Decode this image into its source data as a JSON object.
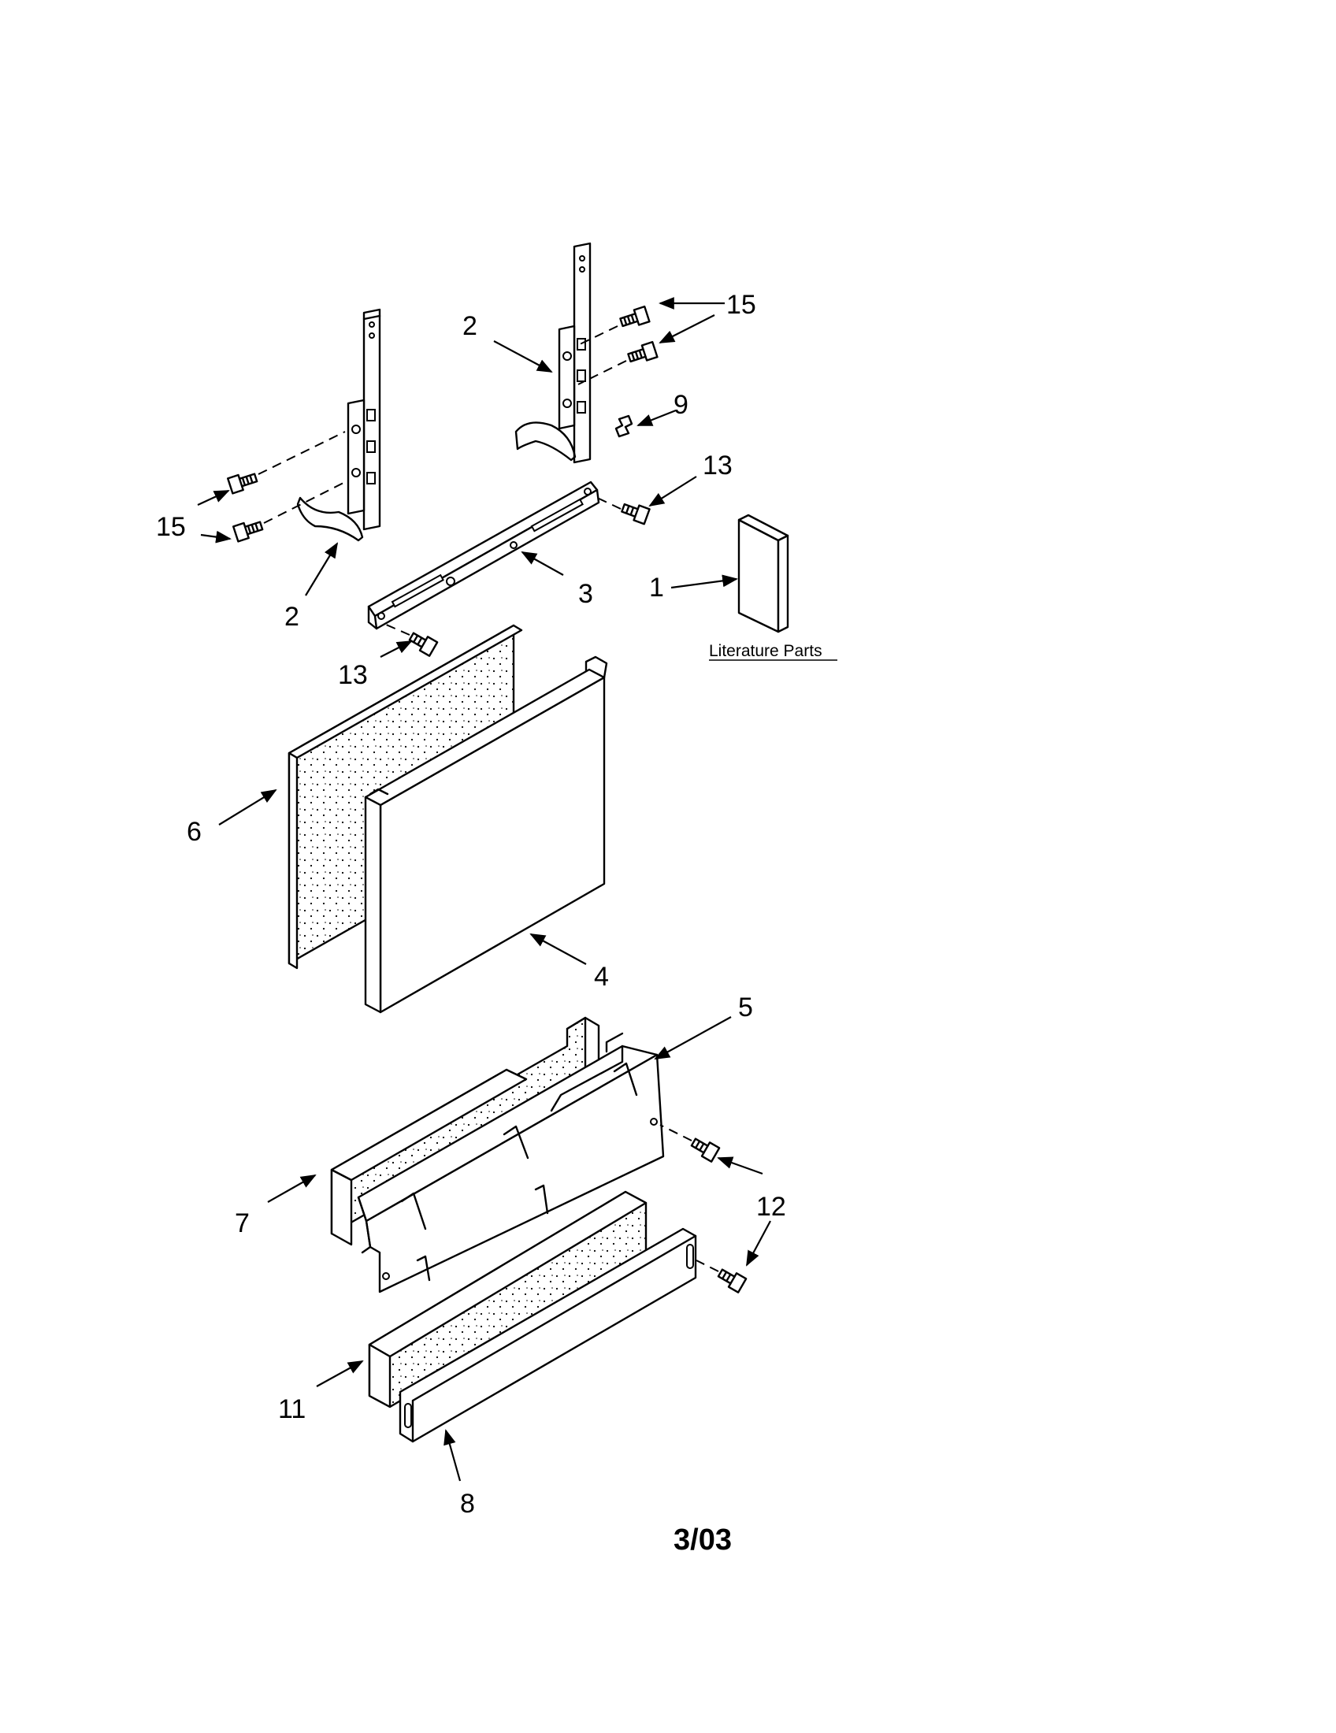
{
  "diagram": {
    "callouts": {
      "c1": "1",
      "c2_left": "2",
      "c2_right": "2",
      "c3": "3",
      "c4": "4",
      "c5": "5",
      "c6": "6",
      "c7": "7",
      "c8": "8",
      "c9": "9",
      "c11": "11",
      "c12": "12",
      "c13_top": "13",
      "c13_bottom": "13",
      "c15_left": "15",
      "c15_right": "15"
    },
    "literature_label": "Literature Parts",
    "revision": "3/03"
  }
}
